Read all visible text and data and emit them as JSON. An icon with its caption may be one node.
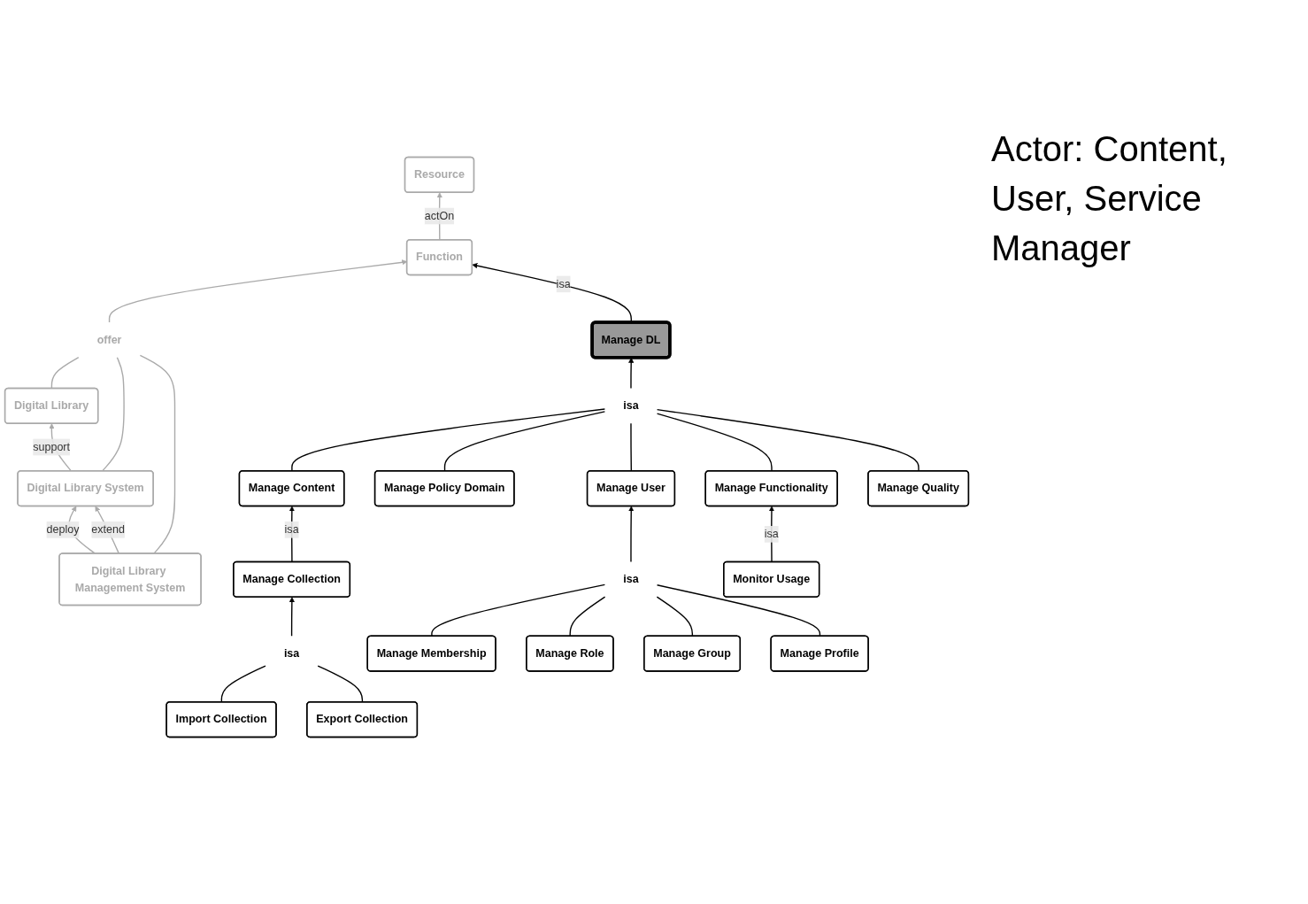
{
  "diagram": {
    "nodes": [
      {
        "text": [
          "offer"
        ]
      },
      {
        "text": [
          "Function"
        ]
      },
      {
        "text": [
          "Resource"
        ]
      },
      {
        "text": [
          "Digital Library"
        ]
      },
      {
        "text": [
          "Manage DL"
        ]
      },
      {
        "text": [
          "Digital Library System"
        ]
      },
      {
        "text": [
          "isa"
        ]
      },
      {
        "text": [
          "Manage Content"
        ]
      },
      {
        "text": [
          "Manage Policy Domain"
        ]
      },
      {
        "text": [
          "Manage User"
        ]
      },
      {
        "text": [
          "Manage Functionality"
        ]
      },
      {
        "text": [
          "Manage Quality"
        ]
      },
      {
        "text": [
          "Digital Library Management System"
        ]
      },
      {
        "text": [
          "Manage Collection"
        ]
      },
      {
        "text": [
          "Monitor Usage"
        ]
      },
      {
        "text": [
          "isa"
        ]
      },
      {
        "text": [
          "isa"
        ]
      },
      {
        "text": [
          "Manage Membership"
        ]
      },
      {
        "text": [
          "Manage Role"
        ]
      },
      {
        "text": [
          "Import Collection"
        ]
      },
      {
        "text": [
          "Export Collection"
        ]
      },
      {
        "text": [
          "Manage Group"
        ]
      },
      {
        "text": [
          "Manage Profile"
        ]
      }
    ],
    "edges": [
      {
        "from": 3,
        "to": 0,
        "arrow": "none",
        "color": "#aaaaaa"
      },
      {
        "from": 5,
        "to": 0,
        "arrow": "none",
        "color": "#aaaaaa"
      },
      {
        "from": 12,
        "to": 0,
        "arrow": "none",
        "color": "#aaaaaa"
      },
      {
        "from": 0,
        "to": 1,
        "arrow": "to",
        "color": "#aaaaaa"
      },
      {
        "from": 1,
        "to": 2,
        "arrow": "to",
        "label": "actOn",
        "color": "#aaaaaa"
      },
      {
        "from": 4,
        "to": 1,
        "arrow": "to",
        "label": "isa"
      },
      {
        "from": 7,
        "to": 6,
        "arrow": "none"
      },
      {
        "from": 8,
        "to": 6,
        "arrow": "none"
      },
      {
        "from": 9,
        "to": 6,
        "arrow": "none"
      },
      {
        "from": 10,
        "to": 6,
        "arrow": "none"
      },
      {
        "from": 11,
        "to": 6,
        "arrow": "none"
      },
      {
        "from": 6,
        "to": 4,
        "arrow": "to"
      },
      {
        "from": 13,
        "to": 7,
        "arrow": "to",
        "label": "isa"
      },
      {
        "from": 14,
        "to": 10,
        "arrow": "to",
        "label": "isa"
      },
      {
        "from": 17,
        "to": 15,
        "arrow": "none"
      },
      {
        "from": 18,
        "to": 15,
        "arrow": "none"
      },
      {
        "from": 21,
        "to": 15,
        "arrow": "none"
      },
      {
        "from": 22,
        "to": 15,
        "arrow": "none"
      },
      {
        "from": 15,
        "to": 9,
        "arrow": "to"
      },
      {
        "from": 19,
        "to": 16,
        "arrow": "none"
      },
      {
        "from": 20,
        "to": 16,
        "arrow": "none"
      },
      {
        "from": 16,
        "to": 13,
        "arrow": "to"
      },
      {
        "from": 5,
        "to": 3,
        "arrow": "to",
        "label": "support",
        "color": "#aaaaaa"
      },
      {
        "from": 12,
        "to": 5,
        "arrow": "to",
        "label": "deploy",
        "color": "#aaaaaa"
      },
      {
        "from": 12,
        "to": 5,
        "arrow": "to",
        "label": "extend",
        "color": "#aaaaaa"
      }
    ],
    "labels": [
      "Actor: Content, User, Service Manager"
    ]
  }
}
